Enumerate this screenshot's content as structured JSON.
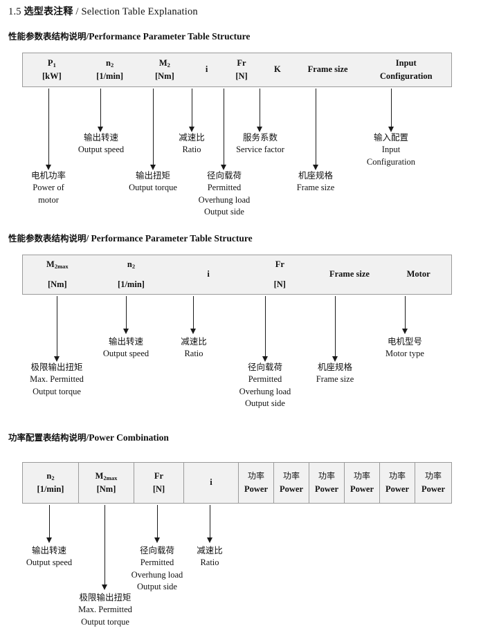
{
  "page": {
    "section_number": "1.5",
    "section_title_cn": "选型表注释",
    "section_title_sep": "/",
    "section_title_en": "Selection Table Explanation"
  },
  "blocks": [
    {
      "id": "performance-1",
      "heading_cn": "性能参数表结构说明",
      "heading_sep": "/",
      "heading_en": "Performance Parameter Table Structure",
      "columns": [
        {
          "symbol": "P",
          "sub": "1",
          "unit": "[kW]"
        },
        {
          "symbol": "n",
          "sub": "2",
          "unit": "[1/min]"
        },
        {
          "symbol": "M",
          "sub": "2",
          "unit": "[Nm]"
        },
        {
          "symbol": "i",
          "sub": "",
          "unit": ""
        },
        {
          "symbol": "Fr",
          "sub": "",
          "unit": "[N]"
        },
        {
          "symbol": "K",
          "sub": "",
          "unit": ""
        },
        {
          "symbol": "Frame size",
          "sub": "",
          "unit": ""
        },
        {
          "symbol": "Input",
          "sub": "",
          "unit": "Configuration"
        }
      ],
      "notes": [
        {
          "cn": "电机功率",
          "en": [
            "Power of",
            "motor"
          ]
        },
        {
          "cn": "输出转速",
          "en": [
            "Output speed"
          ]
        },
        {
          "cn": "输出扭矩",
          "en": [
            "Output torque"
          ]
        },
        {
          "cn": "减速比",
          "en": [
            "Ratio"
          ]
        },
        {
          "cn": "径向载荷",
          "en": [
            "Permitted",
            "Overhung load",
            "Output side"
          ]
        },
        {
          "cn": "服务系数",
          "en": [
            "Service factor"
          ]
        },
        {
          "cn": "机座规格",
          "en": [
            "Frame size"
          ]
        },
        {
          "cn": "输入配置",
          "en": [
            "Input",
            "Configuration"
          ]
        }
      ]
    },
    {
      "id": "performance-2",
      "heading_cn": "性能参数表结构说明",
      "heading_sep": "/",
      "heading_en": "Performance Parameter Table Structure",
      "columns": [
        {
          "symbol": "M",
          "sub": "2max",
          "unit": "[Nm]"
        },
        {
          "symbol": "n",
          "sub": "2",
          "unit": "[1/min]"
        },
        {
          "symbol": "i",
          "sub": "",
          "unit": ""
        },
        {
          "symbol": "Fr",
          "sub": "",
          "unit": "[N]"
        },
        {
          "symbol": "Frame size",
          "sub": "",
          "unit": ""
        },
        {
          "symbol": "Motor",
          "sub": "",
          "unit": ""
        }
      ],
      "notes": [
        {
          "cn": "极限输出扭矩",
          "en": [
            "Max. Permitted",
            "Output  torque"
          ]
        },
        {
          "cn": "输出转速",
          "en": [
            "Output speed"
          ]
        },
        {
          "cn": "减速比",
          "en": [
            "Ratio"
          ]
        },
        {
          "cn": "径向载荷",
          "en": [
            "Permitted",
            "Overhung load",
            "Output side"
          ]
        },
        {
          "cn": "机座规格",
          "en": [
            "Frame size"
          ]
        },
        {
          "cn": "电机型号",
          "en": [
            "Motor type"
          ]
        }
      ]
    },
    {
      "id": "power-combination",
      "heading_cn": "功率配置表结构说明",
      "heading_sep": "/",
      "heading_en": "Power Combination",
      "columns": [
        {
          "symbol": "n",
          "sub": "2",
          "unit": "[1/min]"
        },
        {
          "symbol": "M",
          "sub": "2max",
          "unit": "[Nm]"
        },
        {
          "symbol": "Fr",
          "sub": "",
          "unit": "[N]"
        },
        {
          "symbol": "i",
          "sub": "",
          "unit": ""
        },
        {
          "symbol": "功率",
          "sub": "",
          "unit": "Power"
        },
        {
          "symbol": "功率",
          "sub": "",
          "unit": "Power"
        },
        {
          "symbol": "功率",
          "sub": "",
          "unit": "Power"
        },
        {
          "symbol": "功率",
          "sub": "",
          "unit": "Power"
        },
        {
          "symbol": "功率",
          "sub": "",
          "unit": "Power"
        },
        {
          "symbol": "功率",
          "sub": "",
          "unit": "Power"
        }
      ],
      "notes": [
        {
          "cn": "输出转速",
          "en": [
            "Output speed"
          ]
        },
        {
          "cn": "极限输出扭矩",
          "en": [
            "Max. Permitted",
            "Output  torque"
          ]
        },
        {
          "cn": "径向载荷",
          "en": [
            "Permitted",
            "Overhung load",
            "Output side"
          ]
        },
        {
          "cn": "减速比",
          "en": [
            "Ratio"
          ]
        }
      ]
    }
  ],
  "colors": {
    "table_fill": "#f1f1f1",
    "table_border": "#9a9a9a",
    "ink": "#111111",
    "arrow": "#1a1a1a"
  }
}
